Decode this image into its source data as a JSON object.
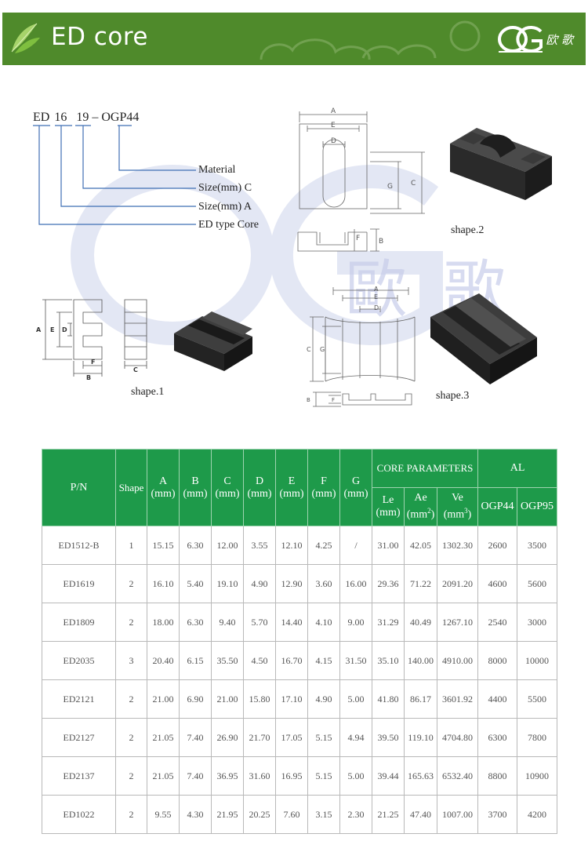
{
  "header": {
    "title": "ED core",
    "brand_cn": "欧 歌"
  },
  "watermark": {
    "text_cn": "歐 歌"
  },
  "pn_code": {
    "part1": "ED",
    "part2": "16",
    "part3": "19",
    "part4": "– OGP44"
  },
  "legend": [
    "Material",
    "Size(mm)  C",
    "Size(mm)  A",
    "ED type Core"
  ],
  "shapes": {
    "s1": "shape.1",
    "s2": "shape.2",
    "s3": "shape.3"
  },
  "dim_letters": {
    "A": "A",
    "B": "B",
    "C": "C",
    "D": "D",
    "E": "E",
    "F": "F",
    "G": "G"
  },
  "table": {
    "headers": {
      "pn": "P/N",
      "shape": "Shape",
      "a": "A",
      "b": "B",
      "c": "C",
      "d": "D",
      "e": "E",
      "f": "F",
      "g": "G",
      "unit": "(mm)",
      "core_params": "CORE PARAMETERS",
      "al": "AL",
      "le": "Le",
      "le_unit": "(mm)",
      "ae": "Ae",
      "ae_unit": "(mm",
      "ae_sup": "2",
      "ae_close": ")",
      "ve": "Ve",
      "ve_unit": "(mm",
      "ve_sup": "3",
      "ve_close": ")",
      "ogp44": "OGP44",
      "ogp95": "OGP95"
    },
    "rows": [
      [
        "ED1512-B",
        "1",
        "15.15",
        "6.30",
        "12.00",
        "3.55",
        "12.10",
        "4.25",
        "/",
        "31.00",
        "42.05",
        "1302.30",
        "2600",
        "3500"
      ],
      [
        "ED1619",
        "2",
        "16.10",
        "5.40",
        "19.10",
        "4.90",
        "12.90",
        "3.60",
        "16.00",
        "29.36",
        "71.22",
        "2091.20",
        "4600",
        "5600"
      ],
      [
        "ED1809",
        "2",
        "18.00",
        "6.30",
        "9.40",
        "5.70",
        "14.40",
        "4.10",
        "9.00",
        "31.29",
        "40.49",
        "1267.10",
        "2540",
        "3000"
      ],
      [
        "ED2035",
        "3",
        "20.40",
        "6.15",
        "35.50",
        "4.50",
        "16.70",
        "4.15",
        "31.50",
        "35.10",
        "140.00",
        "4910.00",
        "8000",
        "10000"
      ],
      [
        "ED2121",
        "2",
        "21.00",
        "6.90",
        "21.00",
        "15.80",
        "17.10",
        "4.90",
        "5.00",
        "41.80",
        "86.17",
        "3601.92",
        "4400",
        "5500"
      ],
      [
        "ED2127",
        "2",
        "21.05",
        "7.40",
        "26.90",
        "21.70",
        "17.05",
        "5.15",
        "4.94",
        "39.50",
        "119.10",
        "4704.80",
        "6300",
        "7800"
      ],
      [
        "ED2137",
        "2",
        "21.05",
        "7.40",
        "36.95",
        "31.60",
        "16.95",
        "5.15",
        "5.00",
        "39.44",
        "165.63",
        "6532.40",
        "8800",
        "10900"
      ],
      [
        "ED1022",
        "2",
        "9.55",
        "4.30",
        "21.95",
        "20.25",
        "7.60",
        "3.15",
        "2.30",
        "21.25",
        "47.40",
        "1007.00",
        "3700",
        "4200"
      ]
    ]
  }
}
